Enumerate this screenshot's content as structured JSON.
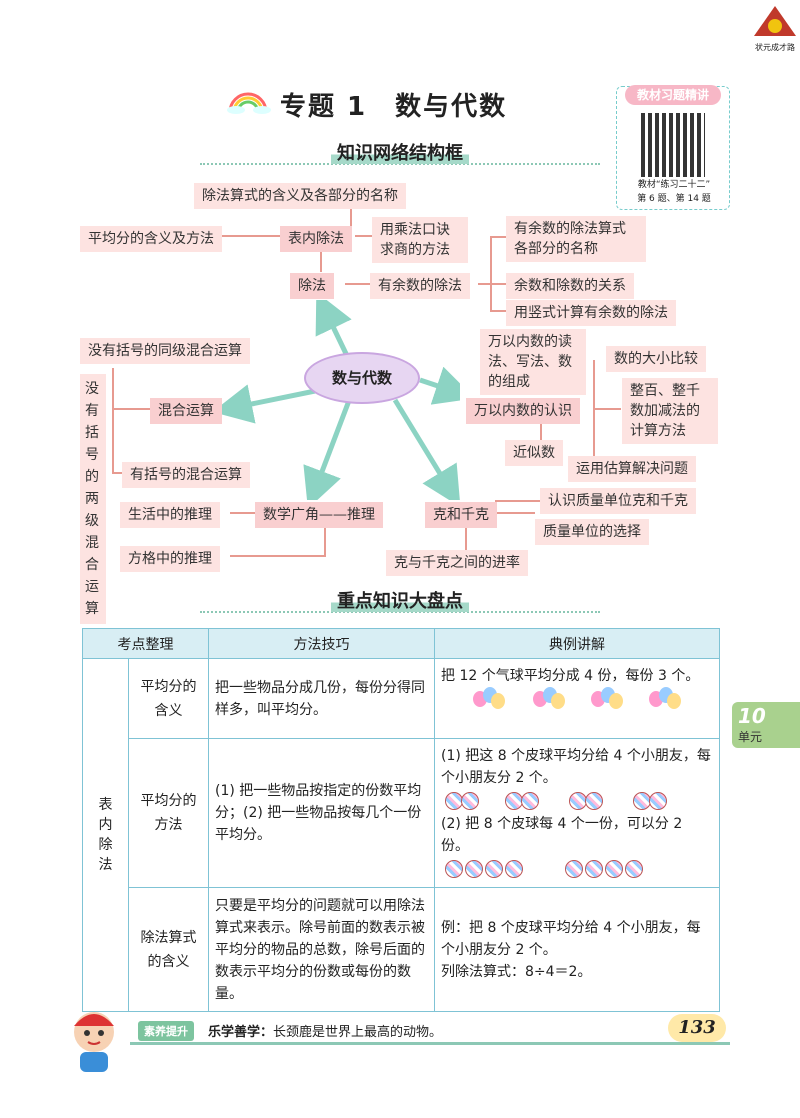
{
  "header": {
    "title": "专题 1　数与代数",
    "logo_text": "状元成才路"
  },
  "qr": {
    "title": "教材习题精讲",
    "caption1": "教材“练习二十二”",
    "caption2": "第 6 题、第 14 题"
  },
  "banner1": "知识网络结构框",
  "banner2": "重点知识大盘点",
  "map": {
    "center": "数与代数",
    "n_division": "除法",
    "n_table": "表内除法",
    "n_table_a": "除法算式的含义及各部分的名称",
    "n_table_b": "平均分的含义及方法",
    "n_table_c": "用乘法口诀求商的方法",
    "n_remainder": "有余数的除法",
    "n_rem_a": "有余数的除法算式各部分的名称",
    "n_rem_b": "余数和除数的关系",
    "n_rem_c": "用竖式计算有余数的除法",
    "n_mixed": "混合运算",
    "n_mixed_a": "没有括号的同级混合运算",
    "n_mixed_b": "没有括号的两级混合运算",
    "n_mixed_c": "有括号的混合运算",
    "n_math": "数学广角——推理",
    "n_math_a": "生活中的推理",
    "n_math_b": "方格中的推理",
    "n_wan": "万以内数的认识",
    "n_wan_a": "万以内数的读法、写法、数的组成",
    "n_wan_b": "数的大小比较",
    "n_wan_c": "整百、整千数加减法的计算方法",
    "n_wan_d": "近似数",
    "n_wan_e": "运用估算解决问题",
    "n_kg": "克和千克",
    "n_kg_a": "认识质量单位克和千克",
    "n_kg_b": "质量单位的选择",
    "n_kg_c": "克与千克之间的进率"
  },
  "table": {
    "h1": "考点整理",
    "h2": "方法技巧",
    "h3": "典例讲解",
    "group": "表内除法",
    "r1_topic": "平均分的含义",
    "r1_method": "把一些物品分成几份，每份分得同样多，叫平均分。",
    "r1_example": "把 12 个气球平均分成 4 份，每份 3 个。",
    "r2_topic": "平均分的方法",
    "r2_method": "(1) 把一些物品按指定的份数平均分；(2) 把一些物品按每几个一份平均分。",
    "r2_ex1": "(1) 把这 8 个皮球平均分给 4 个小朋友，每个小朋友分 2 个。",
    "r2_ex2": "(2) 把 8 个皮球每 4 个一份，可以分 2 份。",
    "r3_topic": "除法算式的含义",
    "r3_method": "只要是平均分的问题就可以用除法算式来表示。除号前面的数表示被平均分的物品的总数，除号后面的数表示平均分的份数或每份的数量。",
    "r3_ex1": "例：把 8 个皮球平均分给 4 个小朋友，每个小朋友分 2 个。",
    "r3_ex2": "列除法算式：8÷4＝2。"
  },
  "side_tab": {
    "num": "10",
    "unit": "单元"
  },
  "footer": {
    "badge": "素养提升",
    "label": "乐学善学：",
    "text": "长颈鹿是世界上最高的动物。",
    "page": "133"
  }
}
